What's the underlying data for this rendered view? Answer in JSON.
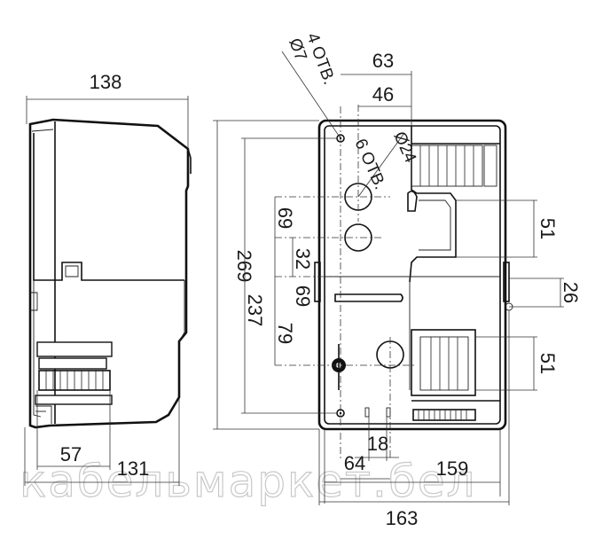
{
  "watermark": "кабельмаркет.бел",
  "annotations": {
    "hole_small": "Ø7",
    "hole_small_count": "4 ОТВ.",
    "hole_large": "Ø24",
    "hole_large_count": "6 ОТВ."
  },
  "dimensions": {
    "side_depth_top": "138",
    "side_depth_bottom": "131",
    "side_inner": "57",
    "total_height": "269",
    "mount_height": "237",
    "width_63": "63",
    "width_46": "46",
    "dim_69_top": "69",
    "dim_32": "32",
    "dim_69_mid": "69",
    "dim_79": "79",
    "right_51_top": "51",
    "right_26": "26",
    "right_51_bottom": "51",
    "bottom_18": "18",
    "bottom_64": "64",
    "bottom_159": "159",
    "total_width": "163"
  }
}
